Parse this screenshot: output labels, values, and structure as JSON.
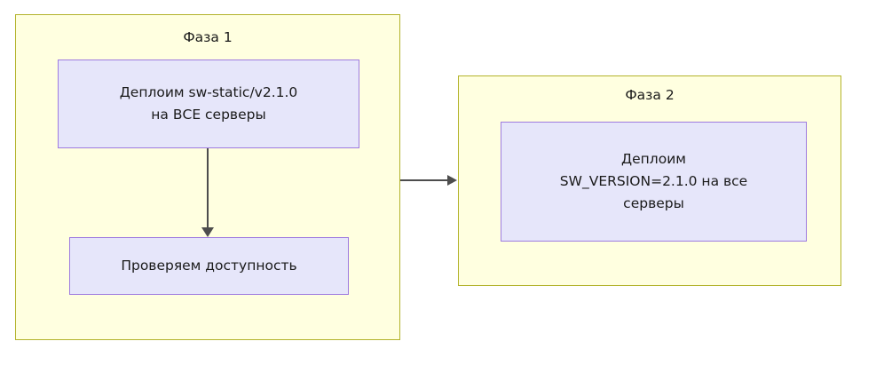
{
  "diagram": {
    "type": "flowchart",
    "direction": "left-to-right",
    "background_color": "#ffffff",
    "phases": [
      {
        "id": "phase-1",
        "title": "Фаза 1",
        "fill_color": "#ffffe0",
        "border_color": "#b3b32c",
        "nodes": [
          {
            "id": "node-deploy-static",
            "label": "Деплоим sw-static/v2.1.0\nна ВСЕ серверы",
            "fill_color": "#e6e6fa",
            "border_color": "#9e7be0"
          },
          {
            "id": "node-check-avail",
            "label": "Проверяем доступность",
            "fill_color": "#e6e6fa",
            "border_color": "#9e7be0"
          }
        ]
      },
      {
        "id": "phase-2",
        "title": "Фаза 2",
        "fill_color": "#ffffe0",
        "border_color": "#b3b32c",
        "nodes": [
          {
            "id": "node-deploy-version",
            "label": "Деплоим\nSW_VERSION=2.1.0 на все\nсерверы",
            "fill_color": "#e6e6fa",
            "border_color": "#9e7be0"
          }
        ]
      }
    ],
    "edges": [
      {
        "id": "edge-vertical",
        "from": "node-deploy-static",
        "to": "node-check-avail",
        "orientation": "vertical",
        "arrowhead": "down",
        "color": "#4d4d4d"
      },
      {
        "id": "edge-horizontal",
        "from": "phase-1",
        "to": "phase-2",
        "orientation": "horizontal",
        "arrowhead": "right",
        "color": "#4d4d4d"
      }
    ]
  }
}
